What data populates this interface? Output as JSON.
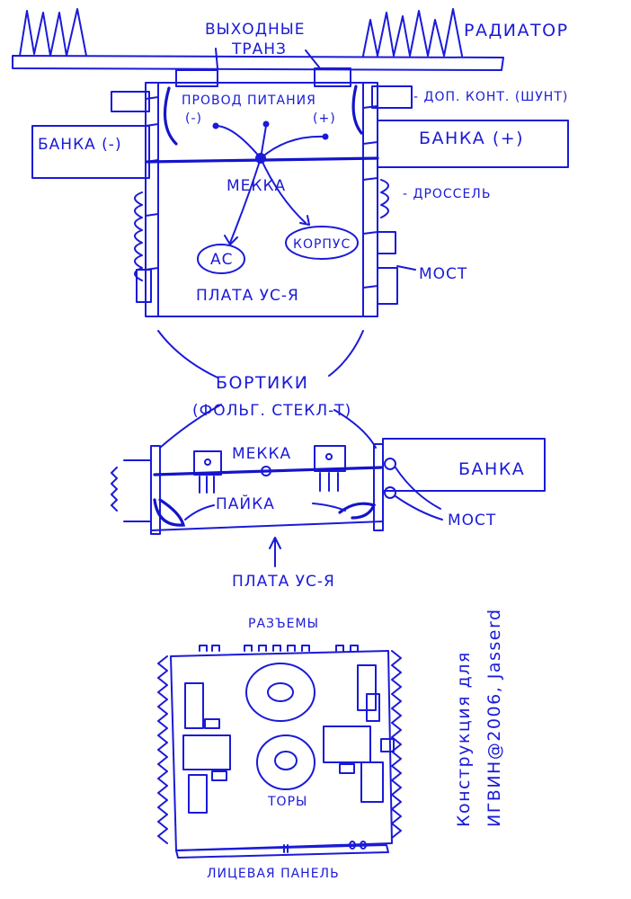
{
  "colors": {
    "ink": "#1a1ad8",
    "paper": "#ffffff"
  },
  "labels": {
    "output_transistors_line1": "ВЫХОДНЫЕ",
    "output_transistors_line2": "ТРАНЗ",
    "radiator": "РАДИАТОР",
    "power_wires_line1": "ПРОВОД ПИТАНИЯ",
    "minus_terminal": "(-)",
    "plus_terminal": "(+)",
    "extra_contact": "- ДОП. КОНТ. (ШУНТ)",
    "bank_minus": "БАНКА (-)",
    "bank_plus": "БАНКА (+)",
    "star_ground": "МЕККА",
    "choke": "- ДРОССЕЛЬ",
    "speaker": "АС",
    "chassis": "КОРПУС",
    "bridge_top": "МОСТ",
    "board_top": "ПЛАТА УС-Я",
    "rims_line1": "БОРТИКИ",
    "rims_line2": "(ФОЛЬГ. СТЕКЛ-Т)",
    "star_ground_side": "МЕККА",
    "bank_side": "БАНКА",
    "solder": "ПАЙКА",
    "bridge_side": "МОСТ",
    "board_bottom": "ПЛАТА УС-Я",
    "connectors": "РАЗЪЕМЫ",
    "toroids": "ТОРЫ",
    "front_panel": "ЛИЦЕВАЯ ПАНЕЛЬ",
    "credit_line1": "Конструкция для",
    "credit_line2": "ИГВИН@2006, Jasserd"
  }
}
